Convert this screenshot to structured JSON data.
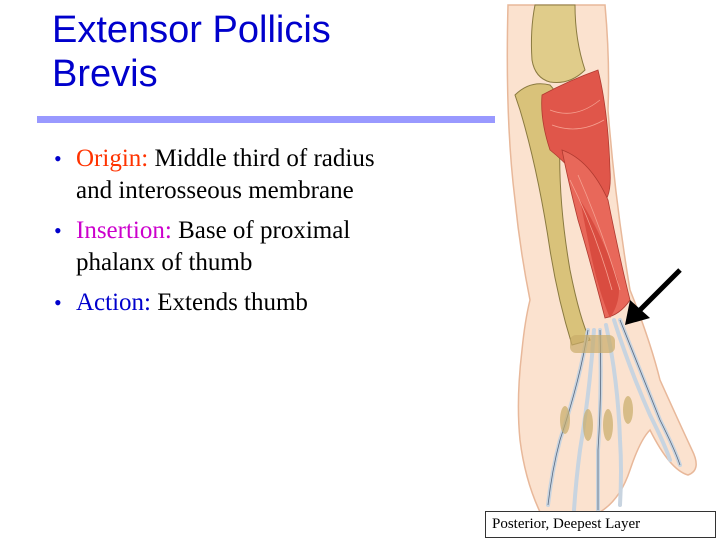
{
  "slide": {
    "title_line1": "Extensor Pollicis",
    "title_line2": "Brevis",
    "colors": {
      "title": "#0000cc",
      "rule": "#9999ff",
      "origin_label": "#ff3300",
      "insertion_label": "#cc00cc",
      "action_label": "#0000cc",
      "bullet_dot": "#0000cc"
    },
    "bullets": [
      {
        "label": "Origin:",
        "text": " Middle third of radius and interosseous membrane"
      },
      {
        "label": "Insertion:",
        "text": " Base of proximal phalanx of thumb"
      },
      {
        "label": "Action:",
        "text": " Extends thumb"
      }
    ],
    "bullet_glyph": "•",
    "illustration": {
      "subject": "posterior forearm and hand anatomy",
      "pointer": "arrow-pointing-to-muscle"
    },
    "caption": "Posterior, Deepest Layer"
  }
}
